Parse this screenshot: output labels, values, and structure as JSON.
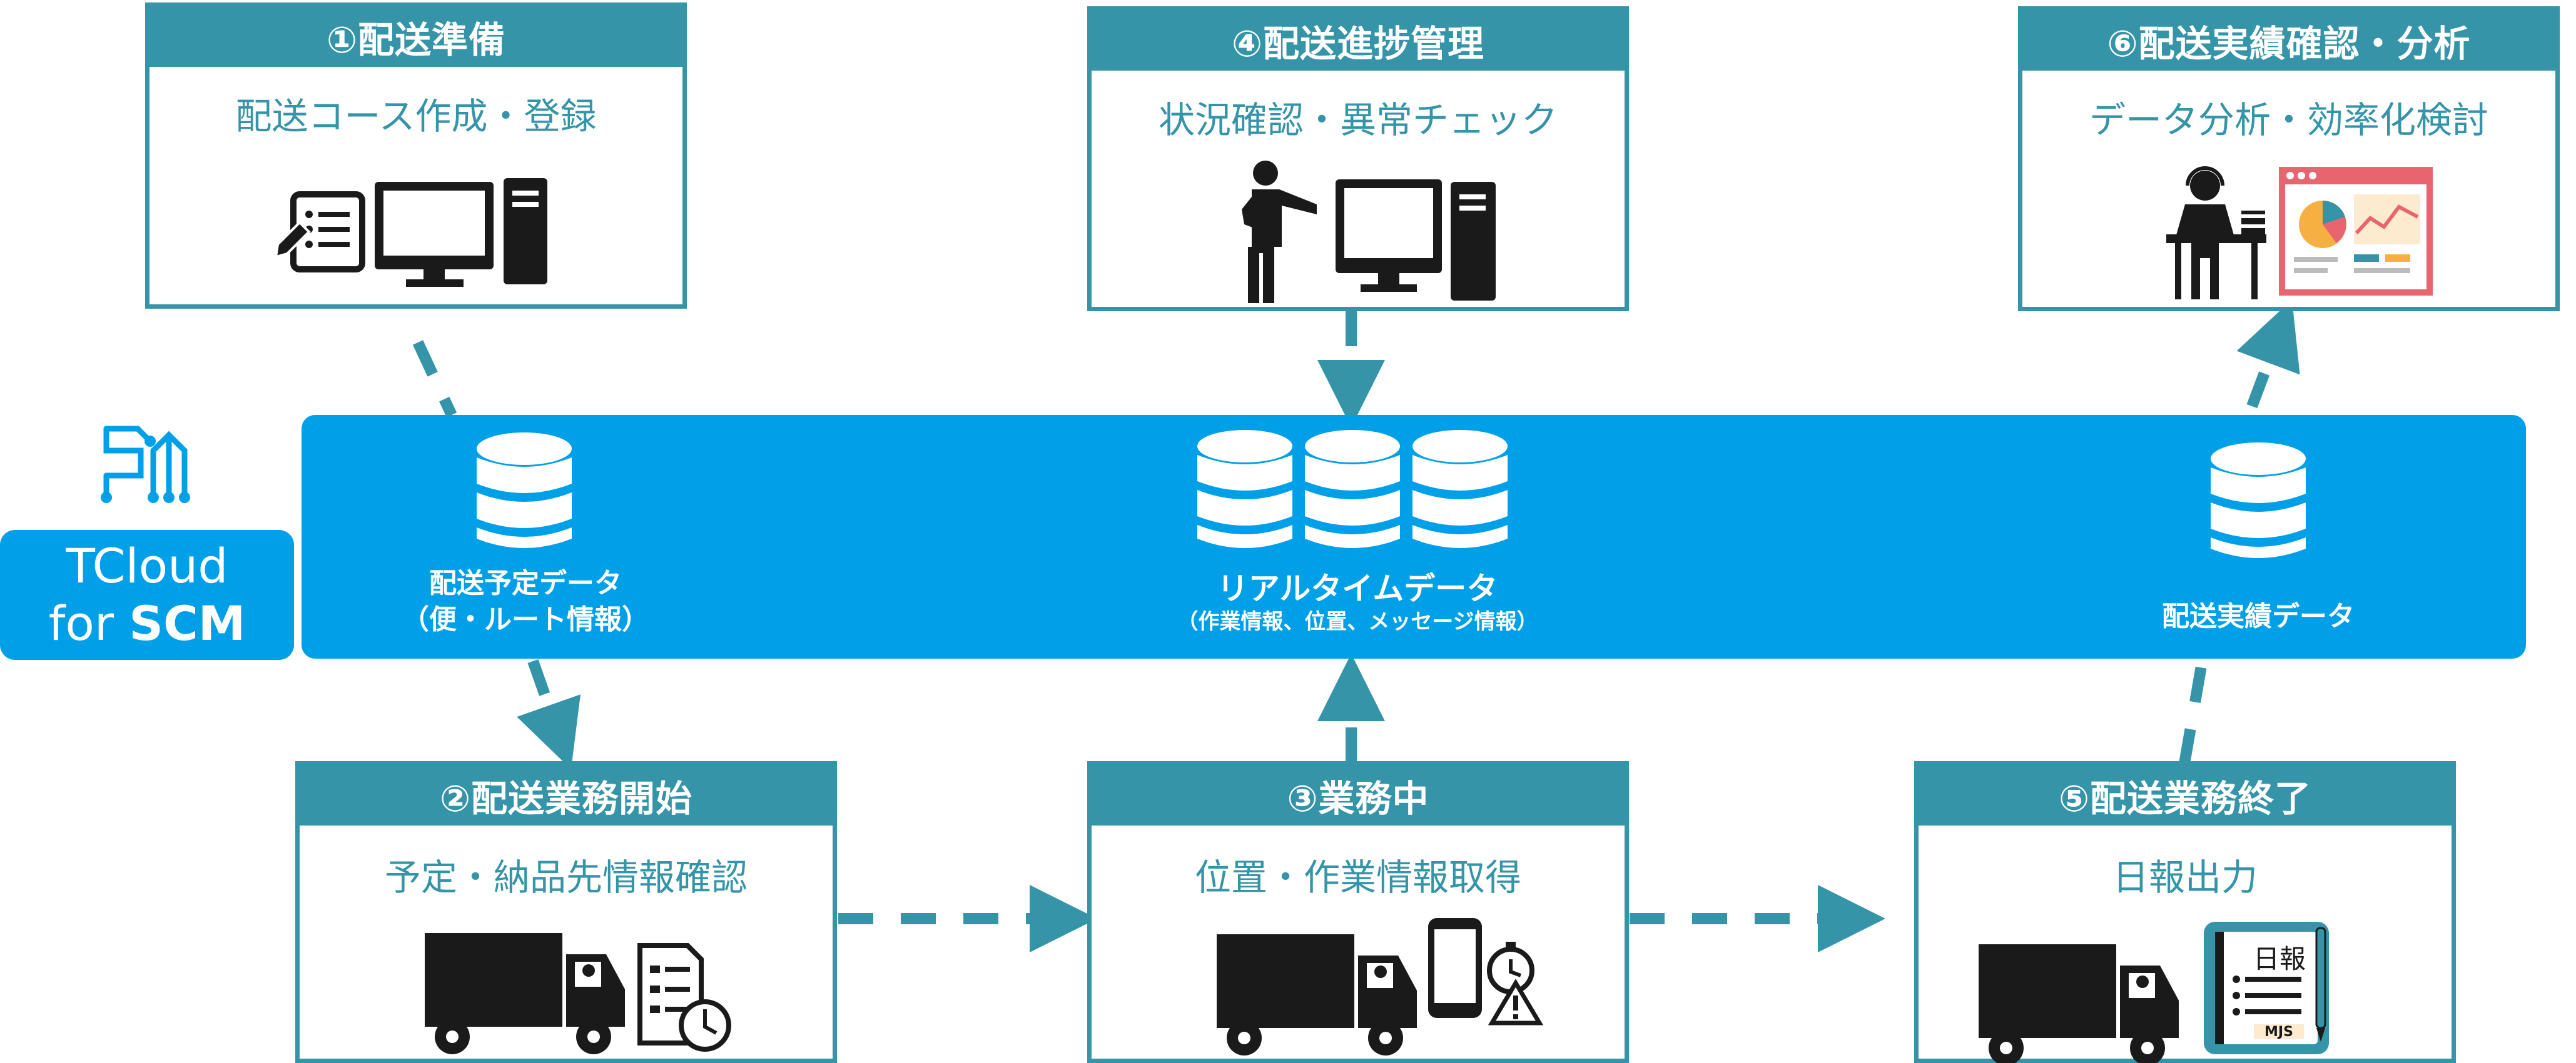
{
  "brand": {
    "line1": "TCloud",
    "line2_prefix": "for ",
    "line2_bold": "SCM"
  },
  "cards": {
    "step1": {
      "title": "①配送準備",
      "subtitle": "配送コース作成・登録"
    },
    "step4": {
      "title": "④配送進捗管理",
      "subtitle": "状況確認・異常チェック"
    },
    "step6": {
      "title": "⑥配送実績確認・分析",
      "subtitle": "データ分析・効率化検討"
    },
    "step2": {
      "title": "②配送業務開始",
      "subtitle": "予定・納品先情報確認"
    },
    "step3": {
      "title": "③業務中",
      "subtitle": "位置・作業情報取得"
    },
    "step5": {
      "title": "⑤配送業務終了",
      "subtitle": "日報出力"
    }
  },
  "band": {
    "planned": {
      "line1": "配送予定データ",
      "line2": "（便・ルート情報）"
    },
    "realtime": {
      "line1": "リアルタイムデータ",
      "line2": "（作業情報、位置、メッセージ情報）"
    },
    "actual": {
      "line1": "配送実績データ"
    }
  },
  "icons": {
    "report_book_text": "日報",
    "report_book_brand": "MJS"
  },
  "colors": {
    "accent": "#3594a8",
    "band": "#00a0e8",
    "icon": "#1a1a1a"
  }
}
